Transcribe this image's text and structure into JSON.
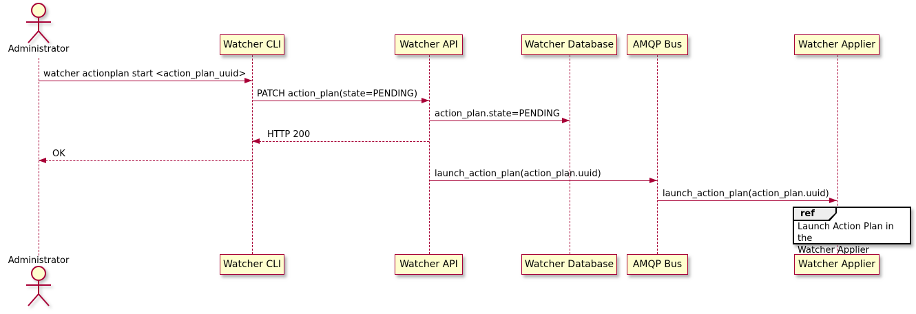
{
  "diagram": {
    "type": "sequence",
    "actor": {
      "name": "Administrator"
    },
    "participants": [
      {
        "name": "Watcher CLI"
      },
      {
        "name": "Watcher API"
      },
      {
        "name": "Watcher Database"
      },
      {
        "name": "AMQP Bus"
      },
      {
        "name": "Watcher Applier"
      }
    ],
    "messages": [
      {
        "label": "watcher actionplan start <action_plan_uuid>",
        "from": "Administrator",
        "to": "Watcher CLI",
        "style": "solid"
      },
      {
        "label": "PATCH action_plan(state=PENDING)",
        "from": "Watcher CLI",
        "to": "Watcher API",
        "style": "solid"
      },
      {
        "label": "action_plan.state=PENDING",
        "from": "Watcher API",
        "to": "Watcher Database",
        "style": "solid"
      },
      {
        "label": "HTTP 200",
        "from": "Watcher API",
        "to": "Watcher CLI",
        "style": "dashed"
      },
      {
        "label": "OK",
        "from": "Watcher CLI",
        "to": "Administrator",
        "style": "dashed"
      },
      {
        "label": "launch_action_plan(action_plan.uuid)",
        "from": "Watcher API",
        "to": "AMQP Bus",
        "style": "solid"
      },
      {
        "label": "launch_action_plan(action_plan.uuid)",
        "from": "AMQP Bus",
        "to": "Watcher Applier",
        "style": "solid"
      }
    ],
    "ref": {
      "keyword": "ref",
      "line1": "Launch Action Plan in the",
      "line2": "Watcher Applier"
    },
    "colors": {
      "participant_fill": "#FEFECE",
      "participant_border": "#A80036",
      "line": "#A80036",
      "text": "#000000",
      "ref_header_fill": "#EEEEEE",
      "ref_border": "#000000"
    }
  }
}
